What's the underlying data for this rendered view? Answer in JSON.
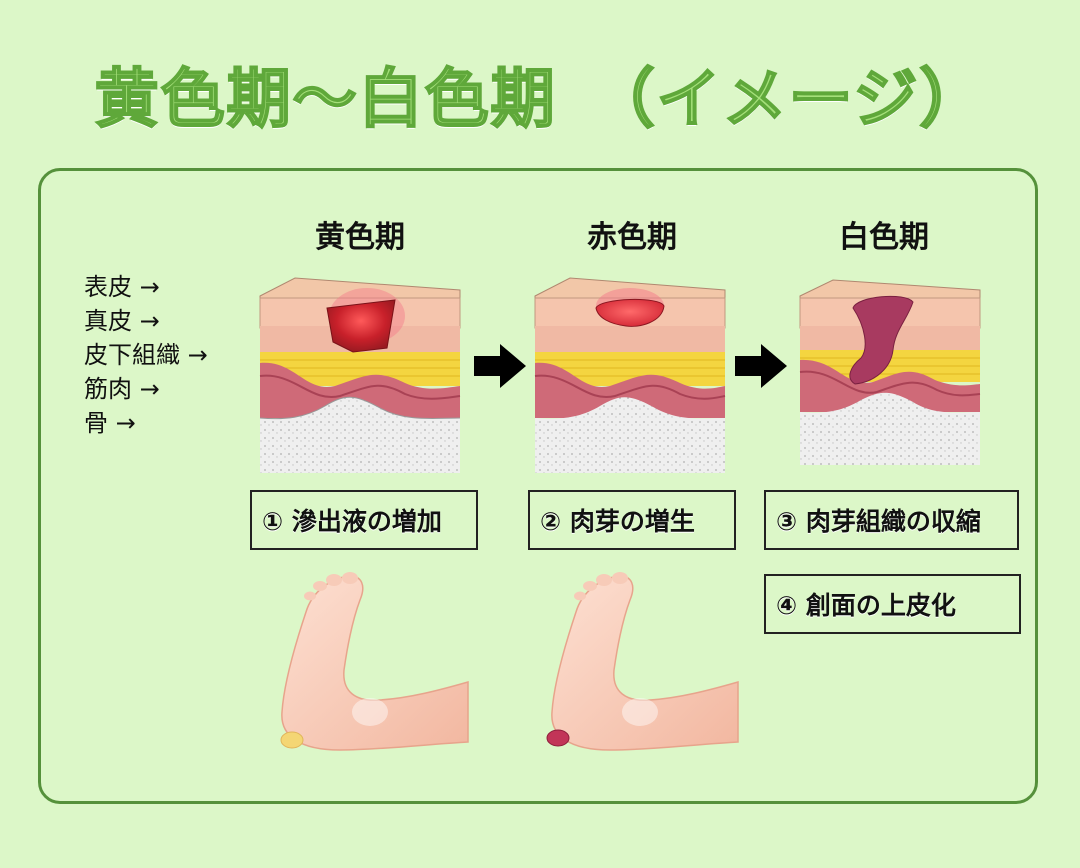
{
  "title": "黄色期〜白色期　（イメージ）",
  "stages": [
    {
      "label": "黄色期"
    },
    {
      "label": "赤色期"
    },
    {
      "label": "白色期"
    }
  ],
  "layers": [
    {
      "label": "表皮 →"
    },
    {
      "label": "真皮 →"
    },
    {
      "label": "皮下組織 →"
    },
    {
      "label": "筋肉 →"
    },
    {
      "label": "骨 →"
    }
  ],
  "steps": [
    {
      "label": "① 滲出液の増加"
    },
    {
      "label": "② 肉芽の増生"
    },
    {
      "label": "③ 肉芽組織の収縮"
    },
    {
      "label": "④ 創面の上皮化"
    }
  ],
  "colors": {
    "background": "#dcf7c8",
    "panel_border": "#55913b",
    "title_fill": "#a5e07a",
    "title_stroke": "#5fa83a",
    "wound_yellow_stage": "#c8202a",
    "wound_red_stage": "#e23a44",
    "wound_white_stage": "#a83a60"
  },
  "icons": [
    "right-arrow-icon"
  ]
}
